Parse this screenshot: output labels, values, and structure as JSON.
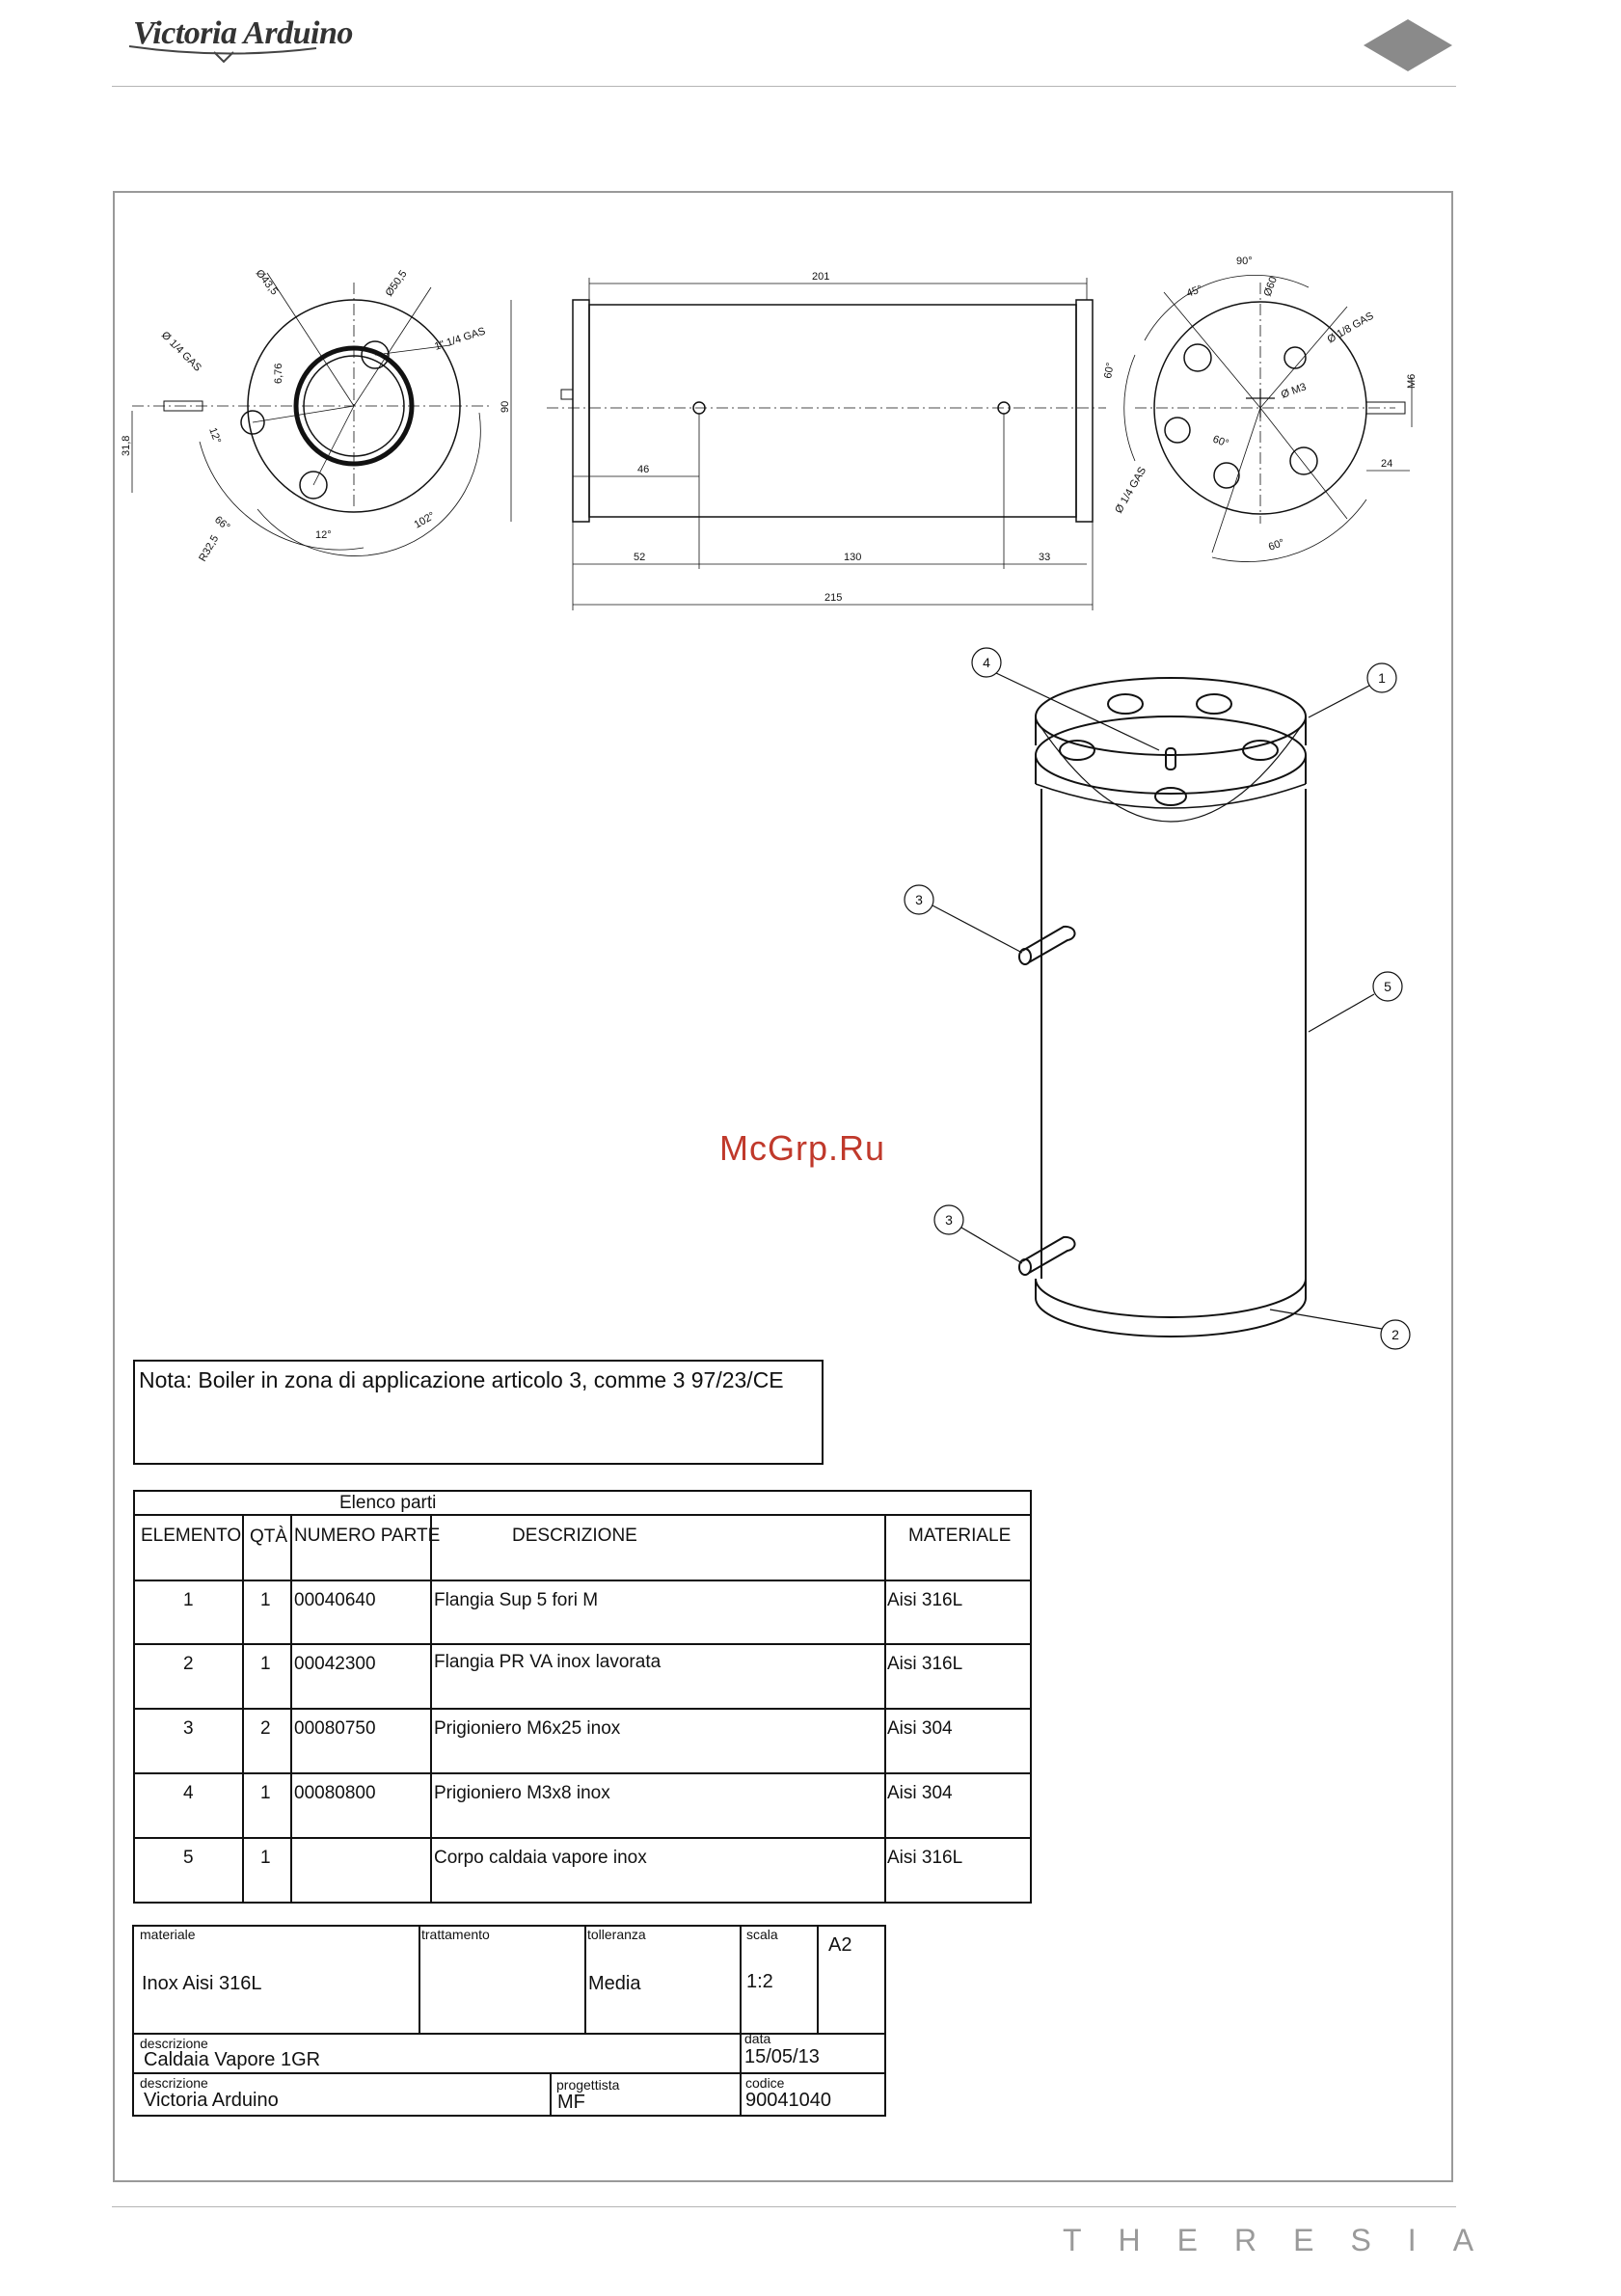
{
  "header": {
    "logo_text": "Victoria Arduino"
  },
  "watermark": "McGrp.Ru",
  "drawing": {
    "front_view": {
      "dims": [
        "Ø43,5",
        "Ø50,5",
        "Ø 1/4 GAS",
        "1\" 1/4 GAS",
        "6,76",
        "31,8",
        "12°",
        "66°",
        "R32,5",
        "12°",
        "102°"
      ]
    },
    "side_view": {
      "dims": [
        "201",
        "90",
        "46",
        "52",
        "130",
        "33",
        "215"
      ]
    },
    "top_view": {
      "dims": [
        "90°",
        "45°",
        "Ø60",
        "Ø 1/8 GAS",
        "60°",
        "Ø M3",
        "M6",
        "60°",
        "Ø 1/4 GAS",
        "24",
        "60°"
      ]
    },
    "callouts": [
      "4",
      "1",
      "3",
      "5",
      "3",
      "2"
    ]
  },
  "note": {
    "label": "Nota:",
    "text": "Boiler in zona di applicazione articolo 3, comme 3 97/23/CE"
  },
  "parts_table": {
    "title": "Elenco parti",
    "headers": [
      "ELEMENTO",
      "QTÀ",
      "NUMERO PARTE",
      "DESCRIZIONE",
      "MATERIALE"
    ],
    "rows": [
      [
        "1",
        "1",
        "00040640",
        "Flangia  Sup 5 fori M",
        "Aisi 316L"
      ],
      [
        "2",
        "1",
        "00042300",
        "Flangia PR VA inox lavorata",
        "Aisi 316L"
      ],
      [
        "3",
        "2",
        "00080750",
        "Prigioniero M6x25 inox",
        "Aisi 304"
      ],
      [
        "4",
        "1",
        "00080800",
        "Prigioniero M3x8 inox",
        "Aisi 304"
      ],
      [
        "5",
        "1",
        "",
        "Corpo caldaia vapore inox",
        "Aisi 316L"
      ]
    ]
  },
  "title_block": {
    "materiale_label": "materiale",
    "materiale": "Inox Aisi 316L",
    "trattamento_label": "trattamento",
    "trattamento": "",
    "tolleranza_label": "tolleranza",
    "tolleranza": "Media",
    "scala_label": "scala",
    "scala": "1:2",
    "formato": "A2",
    "descrizione_label": "descrizione",
    "descrizione": "Caldaia Vapore 1GR",
    "data_label": "data",
    "data": "15/05/13",
    "descrizione2_label": "descrizione",
    "descrizione2": "Victoria Arduino",
    "progettista_label": "progettista",
    "progettista": "MF",
    "codice_label": "codice",
    "codice": "90041040"
  },
  "footer": {
    "brand": "THERESIA"
  }
}
